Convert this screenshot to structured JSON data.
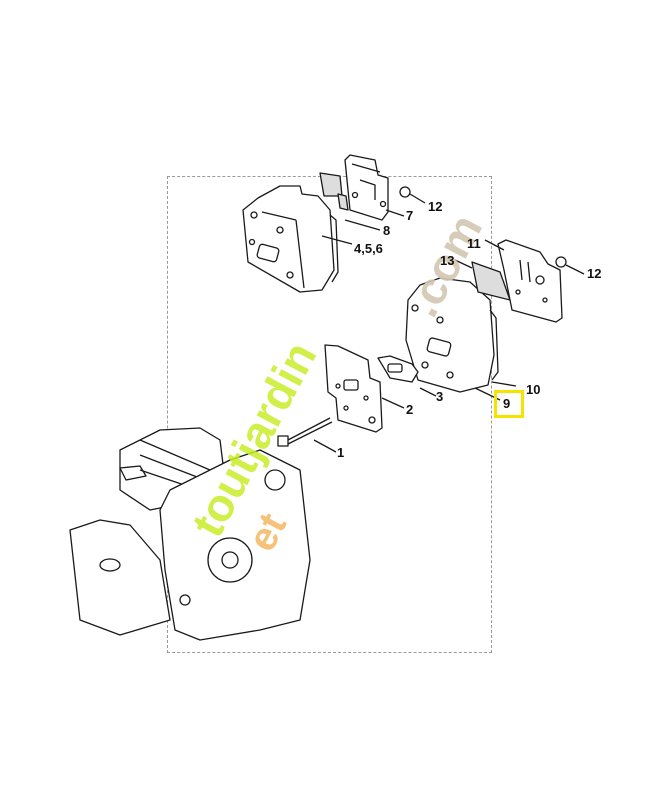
{
  "diagram": {
    "type": "exploded-parts-diagram",
    "subject": "chainsaw muffler assembly",
    "highlighted_part": "9",
    "highlight_color": "#f5e400",
    "watermark": {
      "text_green": "toutjardin",
      "text_tan": ".com",
      "text_orange": "et",
      "colors": {
        "green": "#c8ee2a",
        "tan": "#d2c7b2",
        "orange": "#f4b45a"
      }
    },
    "callouts": [
      {
        "id": "c1",
        "label": "1"
      },
      {
        "id": "c2",
        "label": "2"
      },
      {
        "id": "c3",
        "label": "3"
      },
      {
        "id": "c456",
        "label": "4,5,6"
      },
      {
        "id": "c7",
        "label": "7"
      },
      {
        "id": "c8",
        "label": "8"
      },
      {
        "id": "c9",
        "label": "9"
      },
      {
        "id": "c10",
        "label": "10"
      },
      {
        "id": "c11",
        "label": "11"
      },
      {
        "id": "c12a",
        "label": "12"
      },
      {
        "id": "c12b",
        "label": "12"
      },
      {
        "id": "c13",
        "label": "13"
      }
    ]
  }
}
